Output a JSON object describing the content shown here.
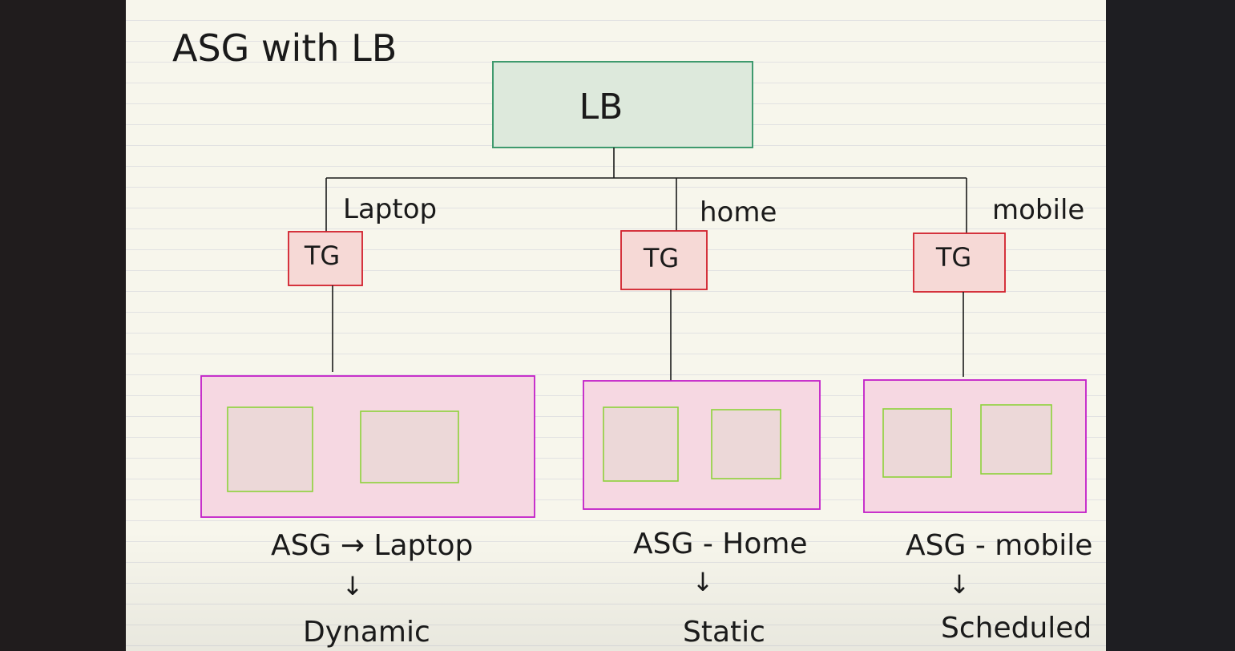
{
  "title": "ASG with LB",
  "load_balancer": {
    "label": "LB"
  },
  "target_groups": [
    {
      "label": "TG",
      "route": "Laptop"
    },
    {
      "label": "TG",
      "route": "home"
    },
    {
      "label": "TG",
      "route": "mobile"
    }
  ],
  "auto_scaling_groups": [
    {
      "label": "ASG → Laptop",
      "policy_arrow": "↓",
      "policy": "Dynamic"
    },
    {
      "label": "ASG - Home",
      "policy_arrow": "↓",
      "policy": "Static"
    },
    {
      "label": "ASG - mobile",
      "policy_arrow": "↓",
      "policy": "Scheduled"
    }
  ],
  "colors": {
    "paper": "#f7f6ec",
    "lb_fill": "#dde9dc",
    "lb_border": "#3f9a6e",
    "tg_fill": "#f6d9d6",
    "tg_border": "#d11f2b",
    "asg_fill": "#f6d8e2",
    "asg_border": "#c21ec8",
    "instance_fill": "#ecd8d8",
    "instance_border": "#8ed23a",
    "ink": "#1a1a1a"
  }
}
